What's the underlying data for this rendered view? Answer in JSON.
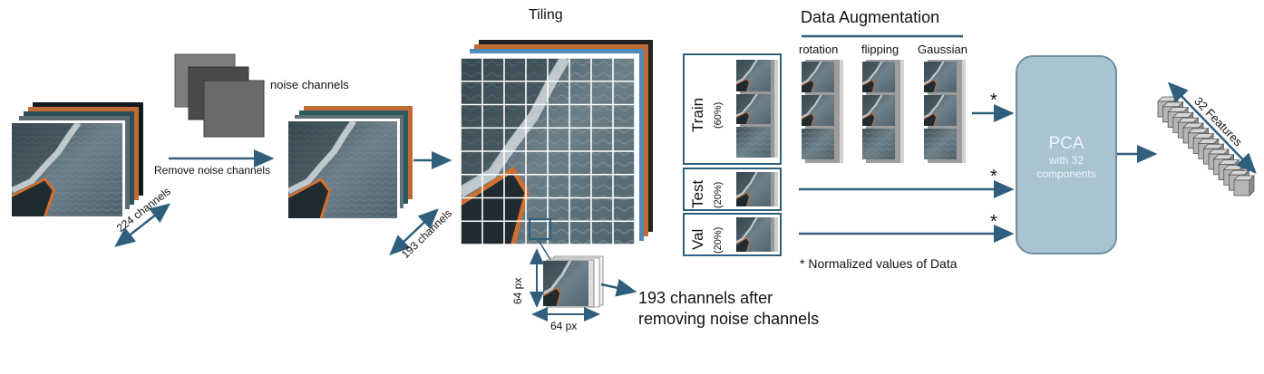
{
  "colors": {
    "arrow": "#2f5f7d",
    "box_border": "#2f5f7d",
    "pca_fill": "#a9c3d1",
    "pca_border": "#6f8fa1",
    "pca_text": "#eef5f9",
    "water": "#5b6e78",
    "foam": "#d9dfe2",
    "oil": "#d3702e",
    "dark_water": "#1f2a31",
    "feature_cube": "#b5b5b5"
  },
  "input_cube": {
    "channels_label": "224 channels"
  },
  "noise": {
    "label": "noise channels",
    "remove_label": "Remove noise channels"
  },
  "clean_cube": {
    "channels_label": "193 channels"
  },
  "tiling": {
    "title": "Tiling"
  },
  "tile": {
    "height_label": "64 px",
    "width_label": "64 px",
    "caption_line1": "193 channels after",
    "caption_line2": "removing noise channels"
  },
  "splits": {
    "train": {
      "label": "Train",
      "pct": "(60%)"
    },
    "test": {
      "label": "Test",
      "pct": "(20%)"
    },
    "val": {
      "label": "Val",
      "pct": "(20%)"
    }
  },
  "augmentation": {
    "title": "Data Augmentation",
    "methods": [
      "rotation",
      "flipping",
      "Gaussian"
    ]
  },
  "normalized_marker": "*",
  "normalized_note": "* Normalized values of Data",
  "pca": {
    "title": "PCA",
    "subtitle_line1": "with 32",
    "subtitle_line2": "components"
  },
  "features": {
    "label": "32 Features"
  }
}
